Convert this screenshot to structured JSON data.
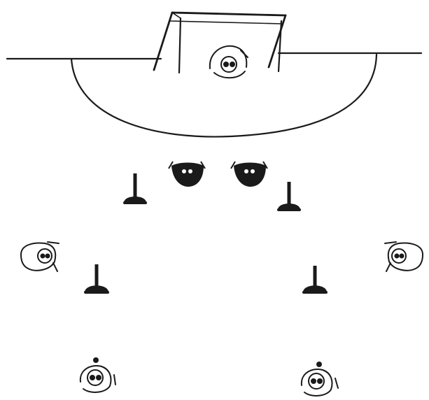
{
  "diagram": {
    "kind": "soccer-drill-sketch",
    "colors": {
      "ink": "#1a1a1a",
      "background": "#ffffff"
    },
    "elements": {
      "goal": {
        "icon": "soccer-goal-icon"
      },
      "penalty_area": {
        "shape": "semicircle"
      },
      "goalkeeper": {
        "icon": "player-top-view-icon",
        "team": "white"
      },
      "defenders": [
        {
          "id": "left",
          "icon": "player-top-view-icon",
          "team": "black"
        },
        {
          "id": "right",
          "icon": "player-top-view-icon",
          "team": "black"
        }
      ],
      "cones": [
        {
          "id": "inner-left",
          "icon": "cone-icon"
        },
        {
          "id": "inner-right",
          "icon": "cone-icon"
        },
        {
          "id": "outer-left",
          "icon": "cone-icon"
        },
        {
          "id": "outer-right",
          "icon": "cone-icon"
        }
      ],
      "attackers": [
        {
          "id": "wing-left",
          "icon": "player-top-view-icon",
          "team": "white"
        },
        {
          "id": "wing-right",
          "icon": "player-top-view-icon",
          "team": "white"
        },
        {
          "id": "bottom-left",
          "icon": "player-top-view-icon",
          "team": "white",
          "has_ball": true
        },
        {
          "id": "bottom-right",
          "icon": "player-top-view-icon",
          "team": "white",
          "has_ball": true
        }
      ]
    }
  }
}
